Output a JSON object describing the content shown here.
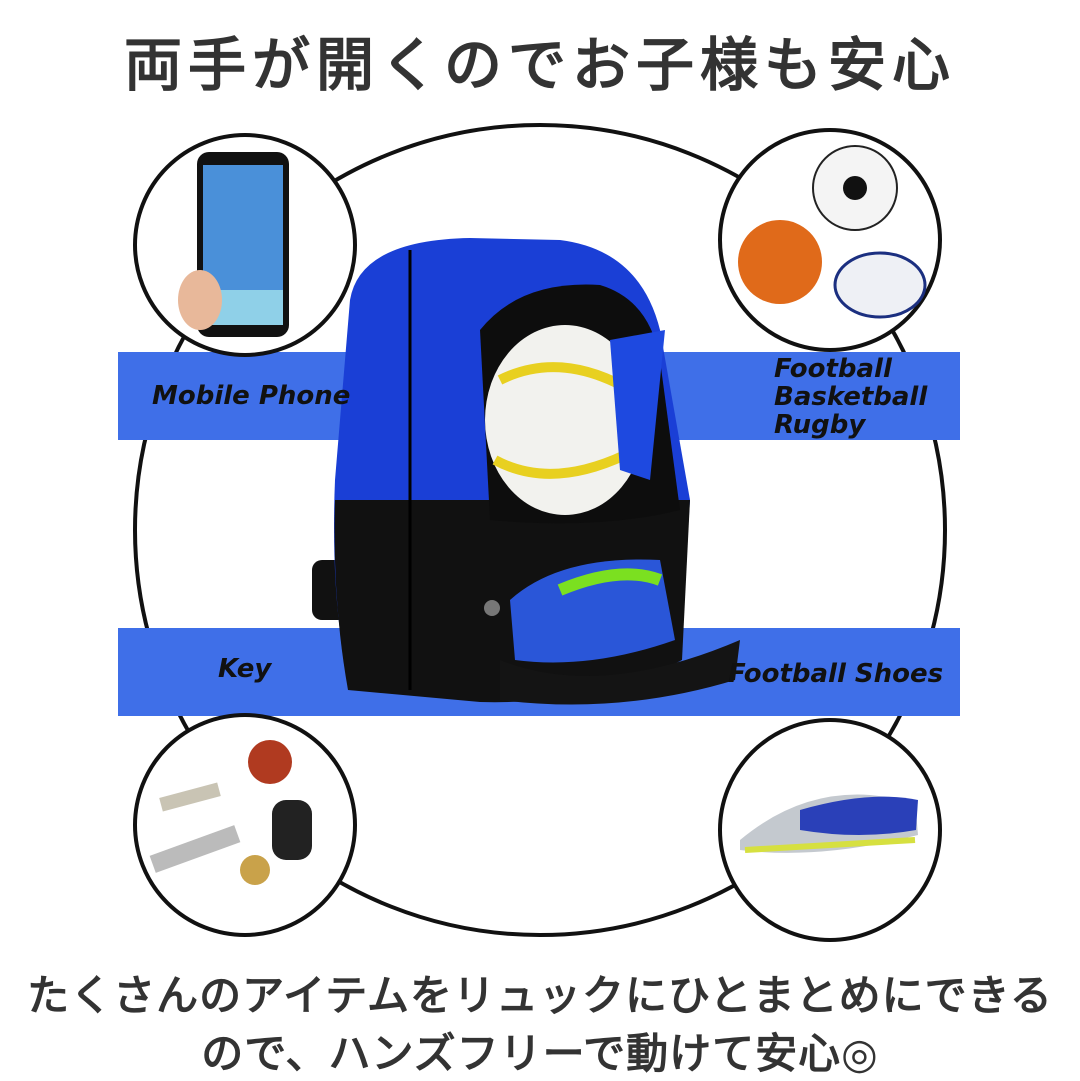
{
  "title": "両手が開くのでお子様も安心",
  "labels": {
    "mobile_phone": "Mobile Phone",
    "balls": [
      "Football",
      "Basketball",
      "Rugby"
    ],
    "key": "Key",
    "football_shoes": "Football Shoes"
  },
  "description": {
    "line1": "たくさんのアイテムをリュックにひとまとめにできる",
    "line2": "ので、ハンズフリーで動けて安心◎"
  },
  "colors": {
    "band": "#3f6fe8",
    "backpack": "#1a3fd6",
    "text": "#333333"
  }
}
